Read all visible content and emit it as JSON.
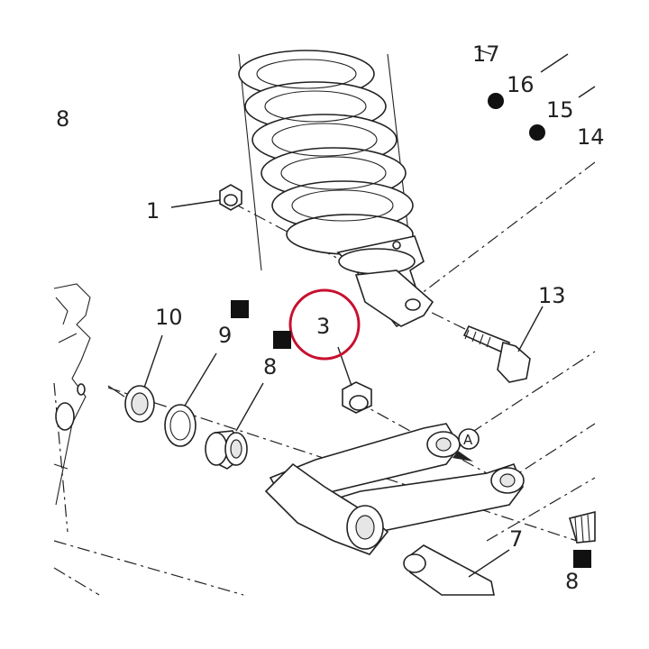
{
  "callouts": {
    "c1": "1",
    "c3": "3",
    "c7": "7",
    "c8_topleft": "8",
    "c8_mid": "8",
    "c8_bottomright": "8",
    "c9": "9",
    "c10": "10",
    "c13": "13",
    "c14": "14",
    "c15": "15",
    "c16": "16",
    "c17": "17",
    "detail_a": "A"
  },
  "colors": {
    "highlight": "#c8102e",
    "ink": "#222222"
  }
}
